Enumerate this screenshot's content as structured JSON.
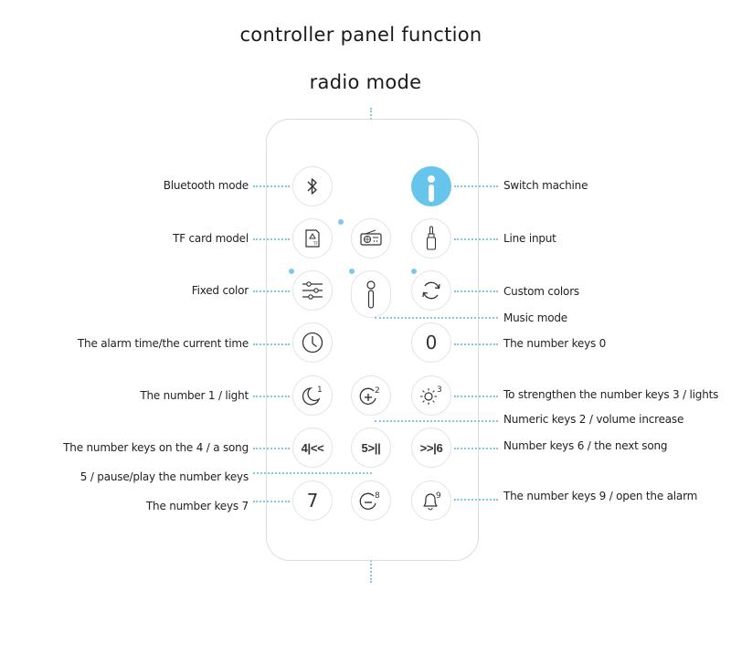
{
  "title": "controller panel function",
  "subtitle": "radio mode",
  "buttons": {
    "n0": "0",
    "n7": "7",
    "prev_song": "4|<<",
    "play_pause": "5>||",
    "next_song": ">>|6",
    "moon_sup": "1",
    "vol_sup": "2",
    "sun_sup": "3",
    "minus_sup": "8",
    "bell_sup": "9",
    "tf_small": "TF"
  },
  "labels_left": [
    "Bluetooth mode",
    "TF card model",
    "Fixed color",
    "The alarm time/the current time",
    "The number 1 / light",
    "The number keys on the 4 / a song",
    "5 / pause/play the number keys",
    "The number keys 7"
  ],
  "labels_right": [
    "Switch machine",
    "Line input",
    "Custom colors",
    "Music mode",
    "The number keys 0",
    "To strengthen the number keys 3 / lights",
    "Numeric keys 2 / volume increase",
    "Number keys 6 / the next song",
    "The number keys 9 / open the alarm"
  ],
  "colors": {
    "accent": "#67c5ec",
    "dots": "#7fc8e8",
    "button_border": "#e3e3e3",
    "text": "#222222"
  },
  "icons": [
    "bluetooth-icon",
    "power-icon",
    "sd-card-icon",
    "radio-icon",
    "audio-jack-icon",
    "sliders-icon",
    "microphone-icon",
    "refresh-icon",
    "clock-icon",
    "moon-icon",
    "volume-plus-icon",
    "sun-icon",
    "volume-minus-icon",
    "bell-icon"
  ]
}
